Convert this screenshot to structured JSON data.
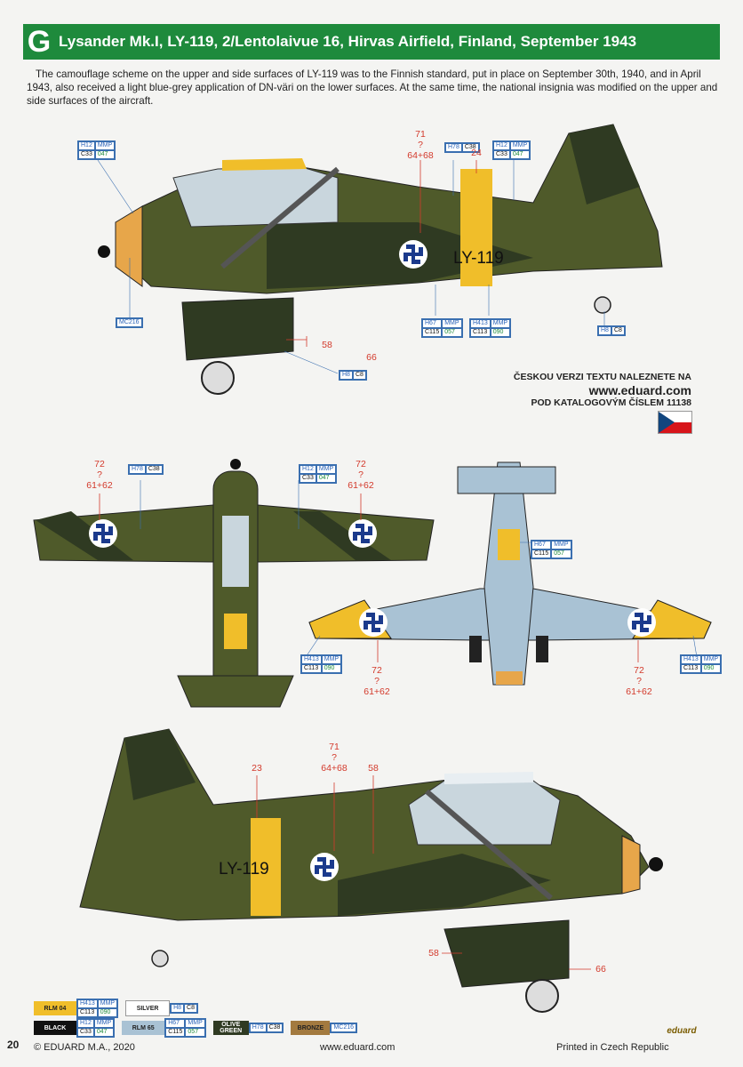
{
  "header": {
    "letter": "G",
    "title": "Lysander Mk.I, LY-119, 2/Lentolaivue 16, Hirvas Airfield, Finland, September 1943"
  },
  "intro": "The camouflage scheme on the upper and side surfaces of LY-119 was to the Finnish standard, put in place on September 30th, 1940, and in April 1943, also received a light blue-grey application of DN-väri on the lower surfaces. At the same time, the national insignia was modified on the upper and side surfaces of the aircraft.",
  "reg": "LY-119",
  "callouts": {
    "c71": "71",
    "q": "?",
    "c6468": "64+68",
    "c24": "24",
    "c58": "58",
    "c66": "66",
    "c72": "72",
    "c6162": "61+62",
    "c23": "23"
  },
  "codes": {
    "h12": "H12",
    "mmp": "MMP",
    "c33": "C33",
    "n047": "047",
    "h78": "H78",
    "c38": "C38",
    "h67": "H67",
    "c115": "C115",
    "n057": "057",
    "h413": "H413",
    "c113": "C113",
    "n090": "090",
    "h8": "H8",
    "c8": "C8",
    "mc216": "MC216"
  },
  "czech": {
    "line1": "ČESKOU VERZI TEXTU NALEZNETE NA",
    "url": "www.eduard.com",
    "line3": "POD KATALOGOVÝM ČÍSLEM 11138"
  },
  "swatches": {
    "rlm04": "RLM 04",
    "silver": "SILVER",
    "black": "BLACK",
    "rlm65": "RLM 65",
    "olive": "OLIVE GREEN",
    "bronze": "BRONZE"
  },
  "colors": {
    "green": "#1e8a3c",
    "olive": "#4f5a2a",
    "darkgreen": "#2f3a22",
    "blue": "#a9c2d4",
    "yellow": "#f0be2a",
    "red": "#d33a2c"
  },
  "footer": {
    "page": "20",
    "copyright": "© EDUARD M.A., 2020",
    "site": "www.eduard.com",
    "printed": "Printed in Czech Republic",
    "brand": "eduard"
  }
}
